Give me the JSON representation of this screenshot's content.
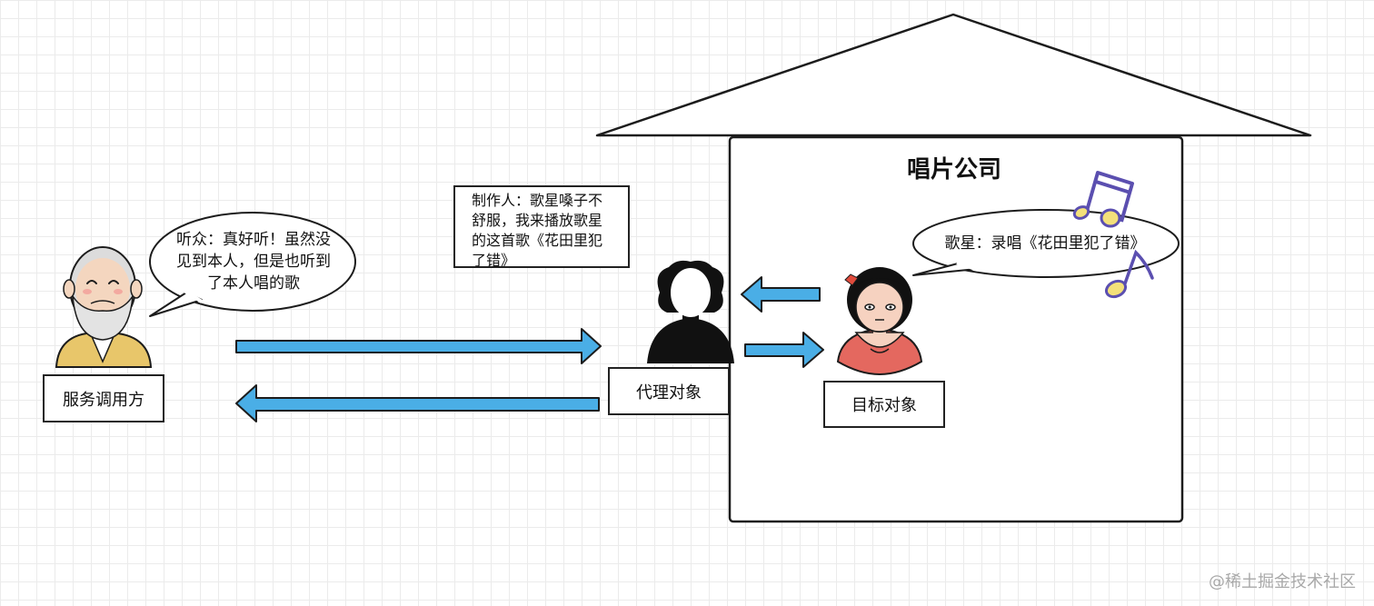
{
  "house": {
    "title": "唱片公司"
  },
  "listener": {
    "label": "服务调用方",
    "bubble_lines": [
      "听众：真好听！虽然没",
      "见到本人，但是也听到",
      "了本人唱的歌"
    ]
  },
  "proxy": {
    "label": "代理对象",
    "note_lines": [
      "制作人：歌星嗓子不",
      "舒服，我来播放歌星",
      "的这首歌《花田里犯",
      "了错》"
    ]
  },
  "target": {
    "label": "目标对象",
    "bubble_text": "歌星：录唱《花田里犯了错》"
  },
  "icons": {
    "listener": "old-man-avatar-icon",
    "proxy": "producer-silhouette-icon",
    "target": "singer-avatar-icon",
    "notes": "music-note-icon"
  },
  "colors": {
    "arrow_fill": "#4aaee6",
    "arrow_stroke": "#1c1c1c",
    "note_color": "#5b4fb0",
    "note_fill": "#f3e07a",
    "shirt": "#e8c66a",
    "singer_top": "#e4685f"
  },
  "watermark": "@稀土掘金技术社区"
}
